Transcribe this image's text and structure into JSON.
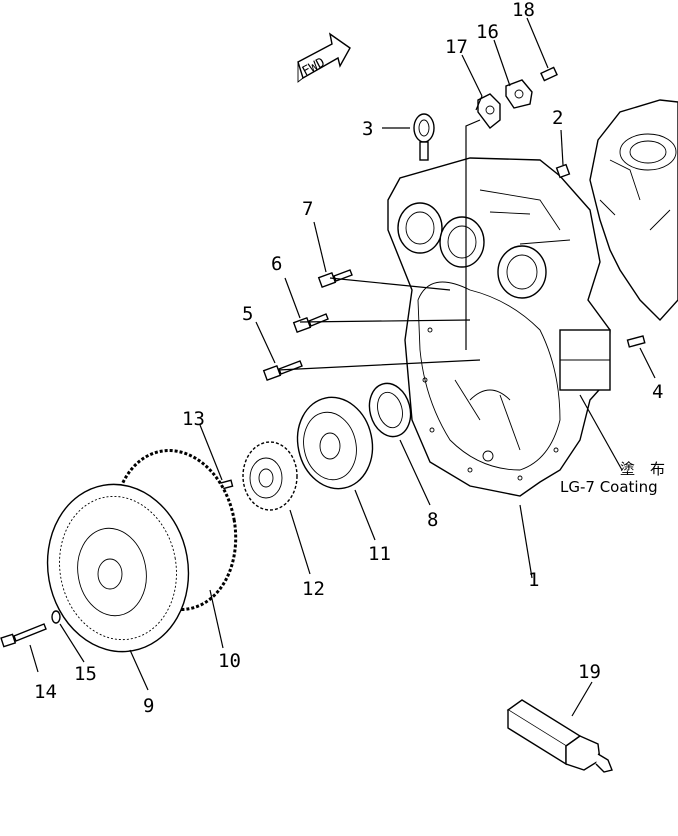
{
  "direction_arrow": {
    "text": "FWD"
  },
  "coating_note": {
    "jp": "塗　布",
    "text": "LG-7 Coating"
  },
  "callouts": [
    {
      "id": "c1",
      "label": "1"
    },
    {
      "id": "c2",
      "label": "2"
    },
    {
      "id": "c3",
      "label": "3"
    },
    {
      "id": "c4",
      "label": "4"
    },
    {
      "id": "c5",
      "label": "5"
    },
    {
      "id": "c6",
      "label": "6"
    },
    {
      "id": "c7",
      "label": "7"
    },
    {
      "id": "c8",
      "label": "8"
    },
    {
      "id": "c9",
      "label": "9"
    },
    {
      "id": "c10",
      "label": "10"
    },
    {
      "id": "c11",
      "label": "11"
    },
    {
      "id": "c12",
      "label": "12"
    },
    {
      "id": "c13",
      "label": "13"
    },
    {
      "id": "c14",
      "label": "14"
    },
    {
      "id": "c15",
      "label": "15"
    },
    {
      "id": "c16",
      "label": "16"
    },
    {
      "id": "c17",
      "label": "17"
    },
    {
      "id": "c18",
      "label": "18"
    },
    {
      "id": "c19",
      "label": "19"
    }
  ]
}
